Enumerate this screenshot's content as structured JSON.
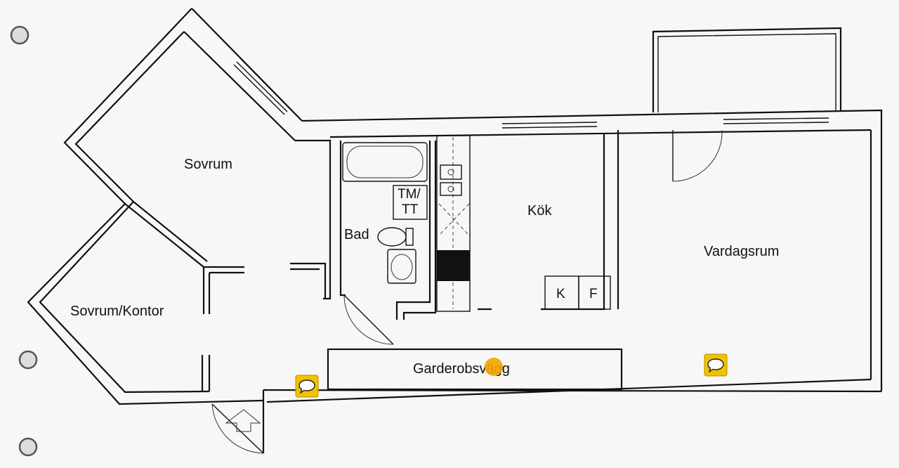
{
  "rooms": {
    "sovrum": "Sovrum",
    "sovrum_kontor": "Sovrum/Kontor",
    "bad": "Bad",
    "kok": "Kök",
    "vardagsrum": "Vardagsrum",
    "garderobsvagg": "Garderobsvägg"
  },
  "fixtures": {
    "tm_line1": "TM/",
    "tm_line2": "TT",
    "kyl": "K",
    "frys": "F"
  },
  "icons": {
    "comment": "speech-bubble-icon",
    "marker": "orange-dot-marker",
    "entrance": "entrance-arrow-icon",
    "binder_ring": "binder-ring-icon"
  },
  "colors": {
    "comment_bg": "#f2c200",
    "marker": "#f5a400",
    "wall": "#111111"
  }
}
